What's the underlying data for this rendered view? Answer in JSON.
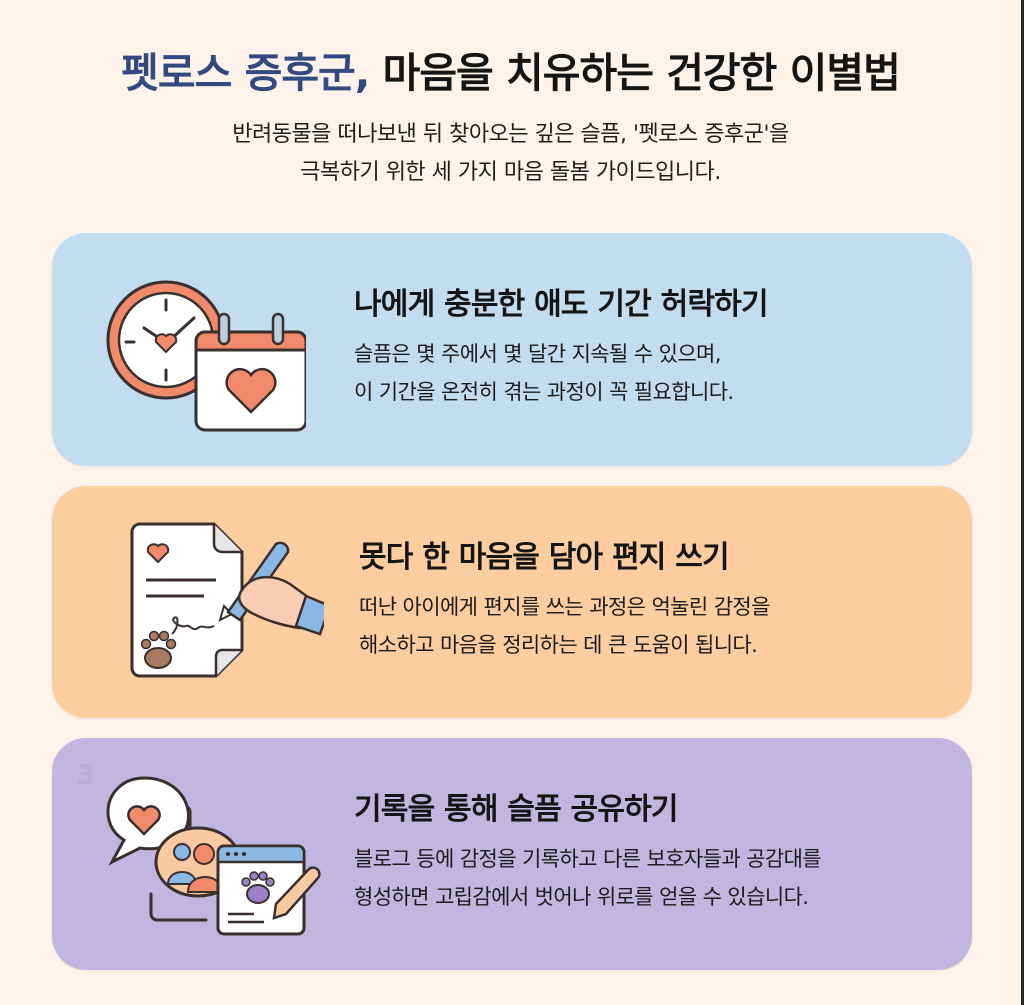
{
  "header": {
    "title_accent": "펫로스 증후군,",
    "title_rest": " 마음을 치유하는 건강한 이별법",
    "subtitle_line1": "반려동물을 떠나보낸 뒤 찾아오는 깊은 슬픔, '펫로스 증후군'을",
    "subtitle_line2": "극복하기 위한 세 가지 마음 돌봄 가이드입니다."
  },
  "colors": {
    "background": "#fdf3ea",
    "title_accent": "#33497f",
    "card1_bg": "#c3ddf0",
    "card2_bg": "#fccd9e",
    "card3_bg": "#c0b6e0",
    "icon_coral": "#f08a6a",
    "icon_blue": "#8bb8e4",
    "icon_outline": "#3a2f2f"
  },
  "cards": [
    {
      "icon": "clock-calendar-heart-icon",
      "title": "나에게 충분한 애도 기간 허락하기",
      "desc_line1": "슬픔은 몇 주에서 몇 달간 지속될 수 있으며,",
      "desc_line2": "이 기간을 온전히 겪는 과정이 꼭 필요합니다."
    },
    {
      "icon": "letter-writing-hand-icon",
      "title": "못다 한 마음을 담아 편지 쓰기",
      "desc_line1": "떠난 아이에게 편지를 쓰는 과정은 억눌린 감정을",
      "desc_line2": "해소하고 마음을 정리하는 데 큰 도움이 됩니다."
    },
    {
      "step": "3",
      "icon": "chat-community-blog-icon",
      "title": "기록을 통해 슬픔 공유하기",
      "desc_line1": "블로그 등에 감정을 기록하고 다른 보호자들과 공감대를",
      "desc_line2": "형성하면 고립감에서 벗어나 위로를 얻을 수 있습니다."
    }
  ]
}
